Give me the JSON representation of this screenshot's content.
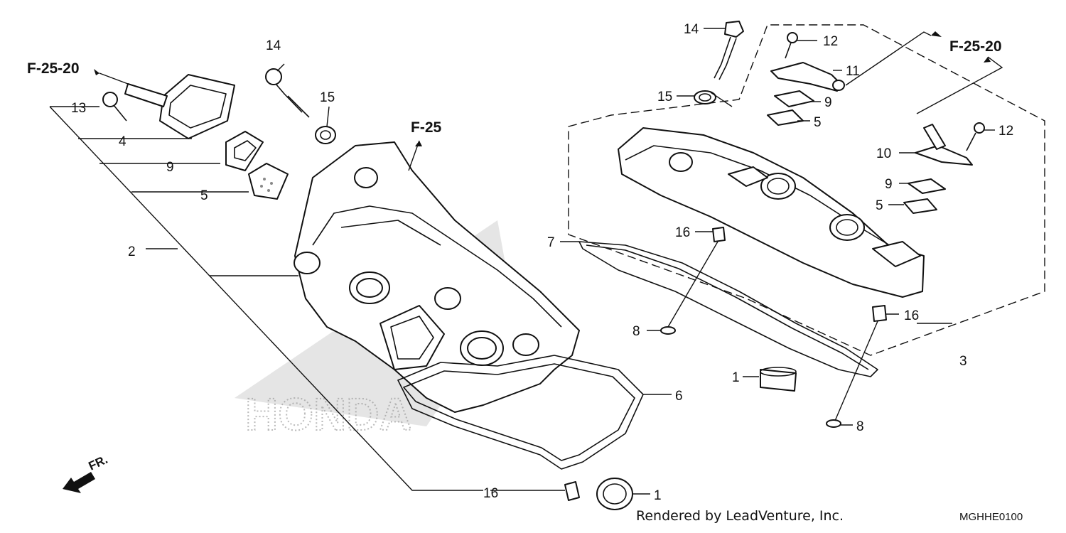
{
  "references": {
    "left_f2520": "F-25-20",
    "left_f25": "F-25",
    "right_f2520": "F-25-20"
  },
  "callouts": {
    "c13": "13",
    "c4": "4",
    "c9_left": "9",
    "c5_left": "5",
    "c2": "2",
    "c14_left": "14",
    "c15_left": "15",
    "c6": "6",
    "c16_bottom": "16",
    "c1_bottom": "1",
    "c14_right": "14",
    "c15_right": "15",
    "c12_top": "12",
    "c11": "11",
    "c9_right_top": "9",
    "c5_right_top": "5",
    "c12_right": "12",
    "c10": "10",
    "c9_right": "9",
    "c5_right": "5",
    "c16_mid": "16",
    "c7": "7",
    "c16_right": "16",
    "c8_left": "8",
    "c3": "3",
    "c1_right": "1",
    "c8_bottom": "8"
  },
  "front_marker": "FR.",
  "watermark": "HONDA",
  "credit": "Rendered by LeadVenture, Inc.",
  "diagram_code": "MGHHE0100"
}
